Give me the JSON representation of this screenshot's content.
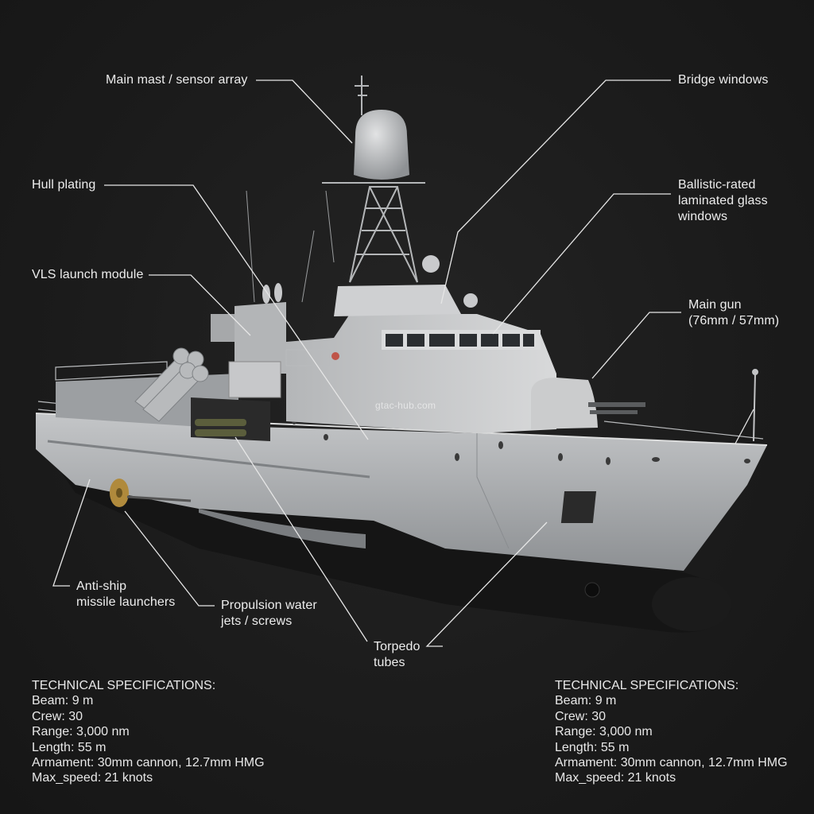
{
  "diagram": {
    "subject": "Patrol vessel / corvette annotated cutaway",
    "watermark": "gtac-hub.com",
    "labels": [
      {
        "id": "main-mast",
        "text": "Main mast / sensor array"
      },
      {
        "id": "hull-plating",
        "text": "Hull plating"
      },
      {
        "id": "vls-module",
        "text": "VLS launch module"
      },
      {
        "id": "anti-ship-missiles",
        "text": "Anti-ship\nmissile launchers"
      },
      {
        "id": "propulsion",
        "text": "Propulsion water\njets / screws"
      },
      {
        "id": "torpedo-tubes",
        "text": "Torpedo\ntubes"
      },
      {
        "id": "bridge-windows",
        "text": "Bridge windows"
      },
      {
        "id": "ballistic-glass",
        "text": "Ballistic-rated\nlaminated glass\nwindows"
      },
      {
        "id": "main-gun",
        "text": "Main gun\n(76mm / 57mm)"
      }
    ],
    "specs_left": {
      "title": "TECHNICAL SPECIFICATIONS:",
      "rows": [
        "Beam: 9 m",
        "Crew: 30",
        "Range: 3,000 nm",
        "Length: 55 m",
        "Armament: 30mm cannon, 12.7mm HMG",
        "Max_speed: 21 knots"
      ]
    },
    "specs_right": {
      "title": "TECHNICAL SPECIFICATIONS:",
      "rows": [
        "Beam: 9 m",
        "Crew: 30",
        "Range: 3,000 nm",
        "Length: 55 m",
        "Armament: 30mm cannon, 12.7mm HMG",
        "Max_speed: 21 knots"
      ]
    },
    "colors": {
      "background": "#1c1c1c",
      "hull_grey": "#a9abad",
      "hull_dark": "#1a1a1a",
      "label_text": "#ededed",
      "leader_line": "#e6e6e6"
    }
  }
}
